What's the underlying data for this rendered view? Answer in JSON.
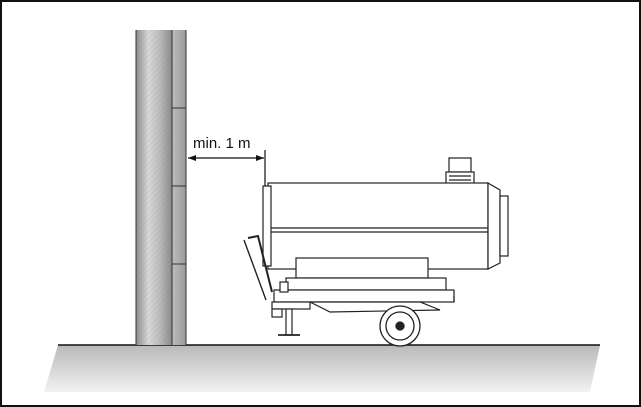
{
  "diagram": {
    "clearance_label": "min. 1 m",
    "colors": {
      "border": "#111111",
      "wall_dark": "#7a7a7a",
      "wall_light": "#e6e6e6",
      "floor_shadow": "#c8c8c8",
      "line": "#222222"
    },
    "icons": [
      "wall",
      "clearance-arrow",
      "heater",
      "wheel",
      "floor"
    ]
  }
}
